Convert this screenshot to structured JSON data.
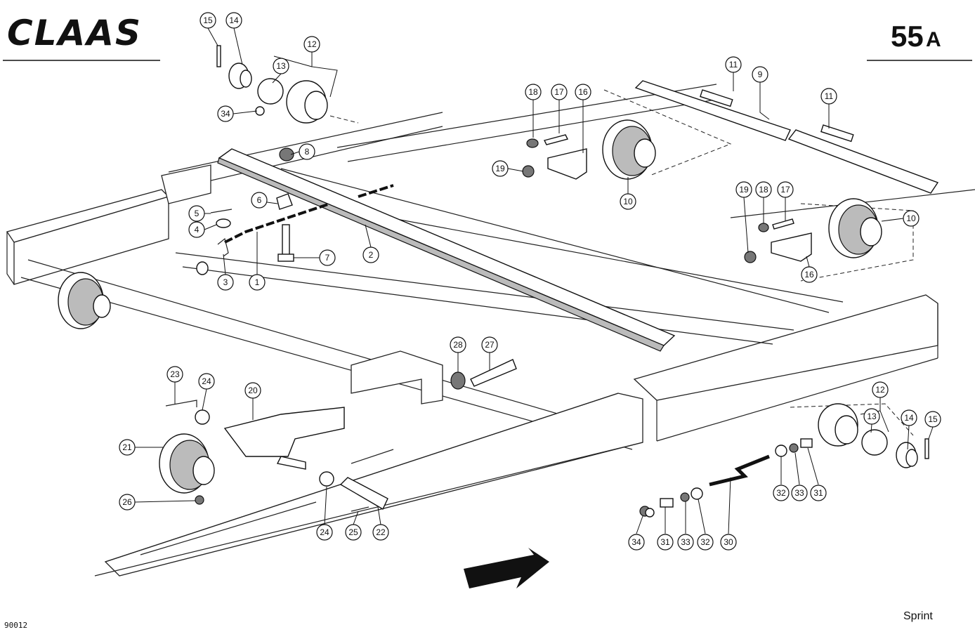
{
  "header": {
    "brand": "CLAAS",
    "page_number": "55",
    "page_suffix": "A"
  },
  "footer": {
    "model": "Sprint",
    "drawing_code": "90012"
  },
  "direction_arrow": {
    "icon": "travel-direction-arrow-icon"
  },
  "callouts": [
    {
      "label": "15"
    },
    {
      "label": "14"
    },
    {
      "label": "12"
    },
    {
      "label": "13"
    },
    {
      "label": "34"
    },
    {
      "label": "8"
    },
    {
      "label": "18"
    },
    {
      "label": "17"
    },
    {
      "label": "16"
    },
    {
      "label": "19"
    },
    {
      "label": "10"
    },
    {
      "label": "11"
    },
    {
      "label": "9"
    },
    {
      "label": "11"
    },
    {
      "label": "19"
    },
    {
      "label": "18"
    },
    {
      "label": "17"
    },
    {
      "label": "10"
    },
    {
      "label": "16"
    },
    {
      "label": "5"
    },
    {
      "label": "6"
    },
    {
      "label": "4"
    },
    {
      "label": "7"
    },
    {
      "label": "2"
    },
    {
      "label": "3"
    },
    {
      "label": "1"
    },
    {
      "label": "28"
    },
    {
      "label": "27"
    },
    {
      "label": "23"
    },
    {
      "label": "24"
    },
    {
      "label": "20"
    },
    {
      "label": "21"
    },
    {
      "label": "26"
    },
    {
      "label": "24"
    },
    {
      "label": "25"
    },
    {
      "label": "22"
    },
    {
      "label": "12"
    },
    {
      "label": "13"
    },
    {
      "label": "14"
    },
    {
      "label": "15"
    },
    {
      "label": "32"
    },
    {
      "label": "33"
    },
    {
      "label": "31"
    },
    {
      "label": "34"
    },
    {
      "label": "31"
    },
    {
      "label": "33"
    },
    {
      "label": "32"
    },
    {
      "label": "30"
    }
  ]
}
